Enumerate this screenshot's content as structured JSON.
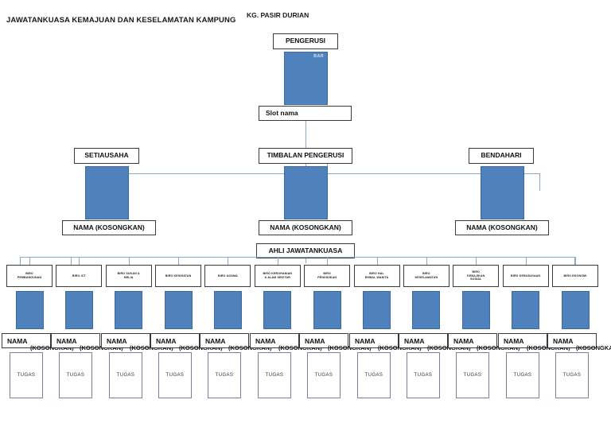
{
  "header": {
    "title": "JAWATANKUASA KEMAJUAN DAN KESELAMATAN KAMPUNG",
    "subtitle": "KG. PASIR DURIAN"
  },
  "chart_data": {
    "type": "diagram",
    "title": "JAWATANKUASA KEMAJUAN DAN KESELAMATAN KAMPUNG",
    "subtitle": "KG. PASIR DURIAN",
    "accent_color": "#4f81bd",
    "tugas_border_color": "#8577a8",
    "connector_color": "#8fa9c4"
  },
  "tier1": {
    "role_label": "PENGERUSI",
    "photo_tag": "BAR",
    "name_label": "Slot nama"
  },
  "tier2": [
    {
      "role_label": "SETIAUSAHA",
      "name_label": "NAMA (KOSONGKAN)"
    },
    {
      "role_label": "TIMBALAN PENGERUSI",
      "name_label": "NAMA (KOSONGKAN)"
    },
    {
      "role_label": "BENDAHARI",
      "name_label": "NAMA (KOSONGKAN)"
    }
  ],
  "members_header": "AHLI JAWATANKUASA",
  "bureaus": [
    {
      "label": "BIRO\nPEMBANGUNAN",
      "name": "NAMA",
      "hidden_name": "(KOSONGKAN)",
      "task": "TUGAS"
    },
    {
      "label": "BIRO ICT",
      "name": "NAMA",
      "hidden_name": "(KOSONGKAN)",
      "task": "TUGAS"
    },
    {
      "label": "BIRO SUKAN &\nBELIA",
      "name": "NAMA",
      "hidden_name": "(KOSONGKAN)",
      "task": "TUGAS"
    },
    {
      "label": "BIRO KESIHATAN",
      "name": "NAMA",
      "hidden_name": "(KOSONGKAN)",
      "task": "TUGAS"
    },
    {
      "label": "BIRO AGAMA",
      "name": "NAMA",
      "hidden_name": "(KOSONGKAN)",
      "task": "TUGAS"
    },
    {
      "label": "BIRO KEROHANIAN\n& ALAM SEKITAR",
      "name": "NAMA",
      "hidden_name": "(KOSONGKAN)",
      "task": "TUGAS"
    },
    {
      "label": "BIRO\nPENDIDIKAN",
      "name": "NAMA",
      "hidden_name": "(KOSONGKAN)",
      "task": "TUGAS"
    },
    {
      "label": "BIRO HAL\nEHWAL WANITA",
      "name": "NAMA",
      "hidden_name": "(KOSONGKAN)",
      "task": "TUGAS"
    },
    {
      "label": "BIRO\nKESELAMATAN",
      "name": "NAMA",
      "hidden_name": "(KOSONGKAN)",
      "task": "TUGAS"
    },
    {
      "label": "BIRO\nKEBAJIKAN\nSOSIAL",
      "name": "NAMA",
      "hidden_name": "(KOSONGKAN)",
      "task": "TUGAS"
    },
    {
      "label": "BIRO KEBUDAYAAN",
      "name": "NAMA",
      "hidden_name": "(KOSONGKAN)",
      "task": "TUGAS"
    },
    {
      "label": "BIRO EKONOMI",
      "name": "NAMA",
      "hidden_name": "(KOSONGKAN)",
      "task": "TUGAS"
    }
  ]
}
